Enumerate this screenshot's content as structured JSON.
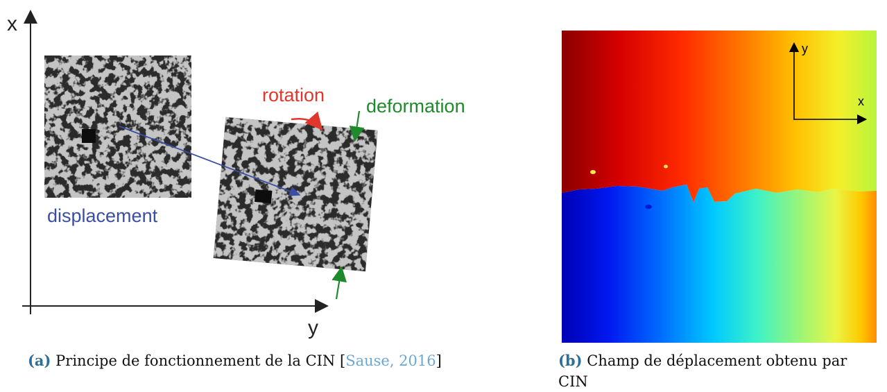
{
  "figure_a": {
    "axis_x_label": "x",
    "axis_y_label": "y",
    "label_rotation": "rotation",
    "label_deformation": "deformation",
    "label_displacement": "displacement",
    "colors": {
      "rotation": "#e0372c",
      "deformation": "#1f8a2b",
      "displacement": "#3a4fa3",
      "axis": "#222222"
    }
  },
  "figure_b": {
    "axis_y_label": "y",
    "axis_x_label": "x"
  },
  "captions": {
    "a_label": "(a)",
    "a_text": "Principe de fonctionnement de la CIN [",
    "a_cite": "Sause, 2016",
    "a_end": "]",
    "b_label": "(b)",
    "b_text_line1": "Champ de déplacement obtenu par",
    "b_text_line2": "CIN"
  }
}
